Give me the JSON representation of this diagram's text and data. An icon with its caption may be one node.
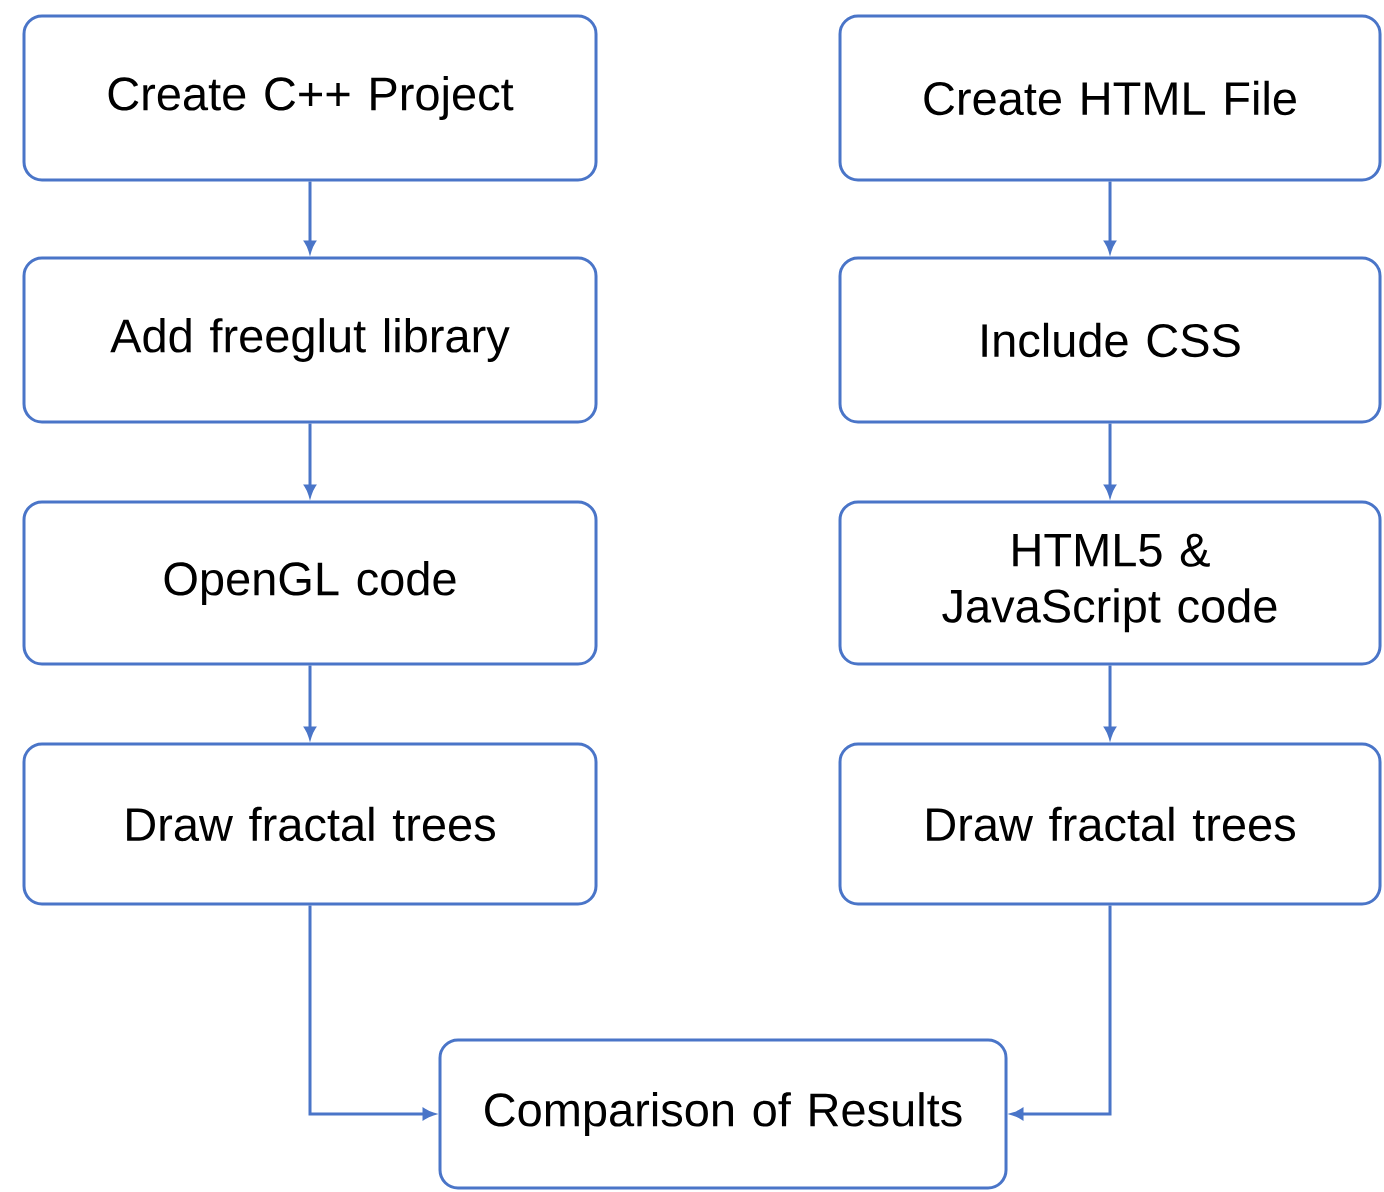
{
  "diagram": {
    "nodes": [
      {
        "text": [
          "Create C++ Project"
        ]
      },
      {
        "text": [
          "Add freeglut library"
        ]
      },
      {
        "text": [
          "OpenGL code"
        ]
      },
      {
        "text": [
          "Draw fractal trees"
        ]
      },
      {
        "text": [
          "Create HTML File"
        ]
      },
      {
        "text": [
          "Include CSS"
        ]
      },
      {
        "text": [
          "HTML5 & JavaScript code"
        ]
      },
      {
        "text": [
          "Draw fractal trees"
        ]
      },
      {
        "text": [
          "Comparison of Results"
        ]
      }
    ],
    "edges": [
      {
        "from": 0,
        "to": 1,
        "arrow": "to"
      },
      {
        "from": 1,
        "to": 2,
        "arrow": "to"
      },
      {
        "from": 2,
        "to": 3,
        "arrow": "to"
      },
      {
        "from": 4,
        "to": 5,
        "arrow": "to"
      },
      {
        "from": 5,
        "to": 6,
        "arrow": "to"
      },
      {
        "from": 6,
        "to": 7,
        "arrow": "to"
      },
      {
        "from": 3,
        "to": 8,
        "arrow": "to"
      },
      {
        "from": 7,
        "to": 8,
        "arrow": "to"
      }
    ]
  }
}
